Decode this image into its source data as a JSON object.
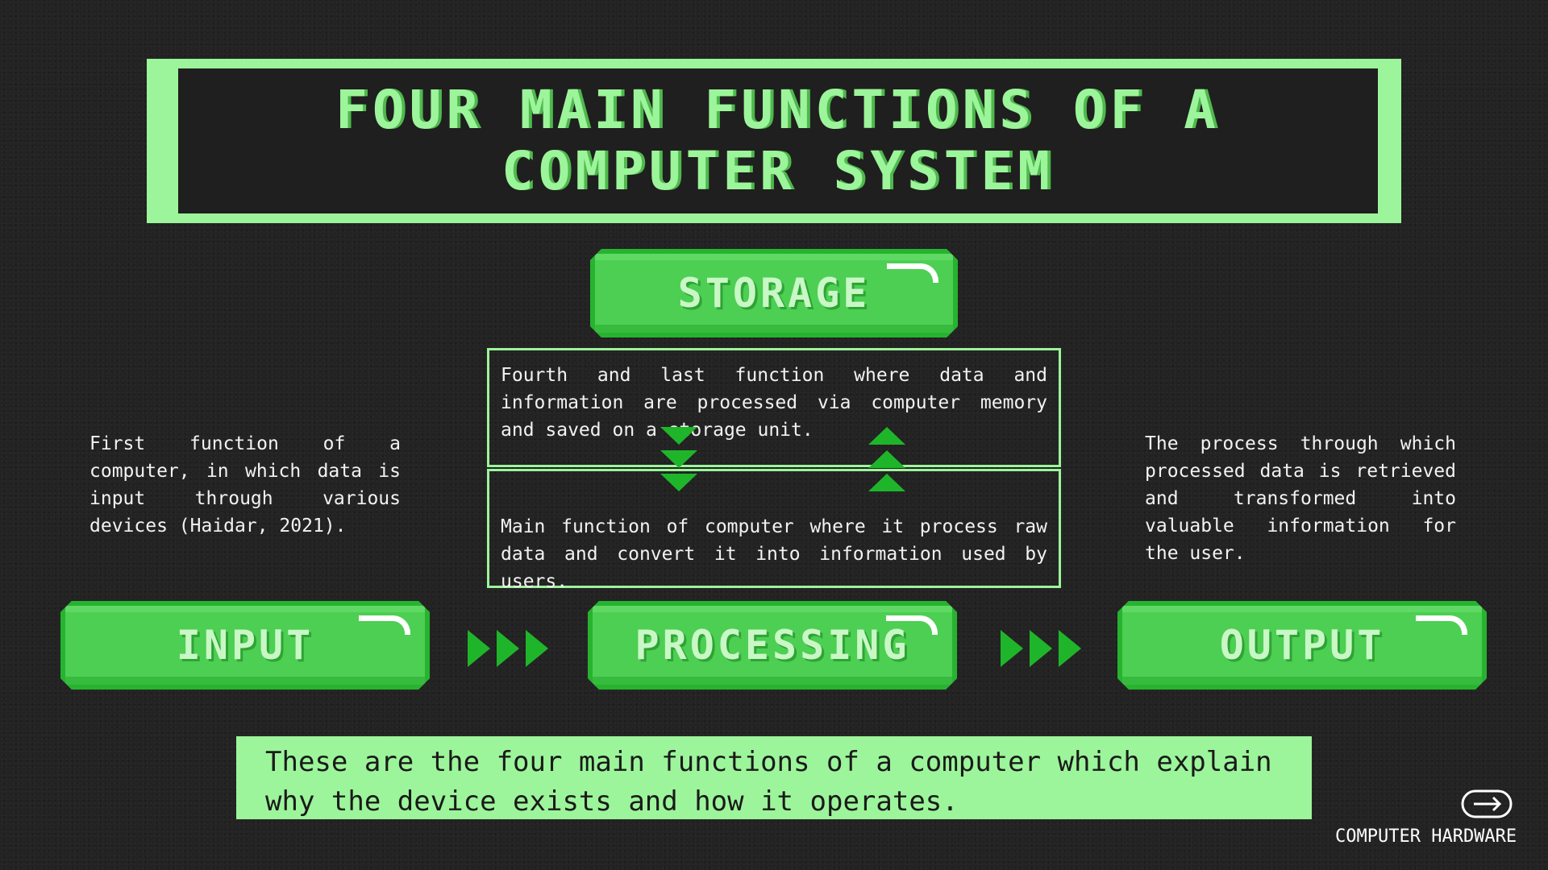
{
  "title": "FOUR MAIN FUNCTIONS OF A COMPUTER SYSTEM",
  "nodes": {
    "storage": "STORAGE",
    "input": "INPUT",
    "processing": "PROCESSING",
    "output": "OUTPUT"
  },
  "descriptions": {
    "storage": "Fourth and last function where data and information are processed via computer memory and saved on a storage unit.",
    "processing": "Main function of computer where it process raw data and convert it into information used by users.",
    "input": "First function of a computer, in which data is input through various devices (Haidar, 2021).",
    "output": "The process through which processed data is retrieved and transformed into valuable information for the user."
  },
  "summary": "These are the four main functions of a computer which explain why the device exists and how it operates.",
  "footer_label": "COMPUTER HARDWARE",
  "icons": {
    "next": "arrow-right-icon",
    "flow_right": "triple-arrow-right-icon",
    "flow_down": "triple-arrow-down-icon",
    "flow_up": "triple-arrow-up-icon"
  },
  "colors": {
    "background": "#232323",
    "accent_light": "#9cf59a",
    "pill_fill": "#4ccf52",
    "pill_border": "#27b32f",
    "arrow": "#1fb52a"
  }
}
